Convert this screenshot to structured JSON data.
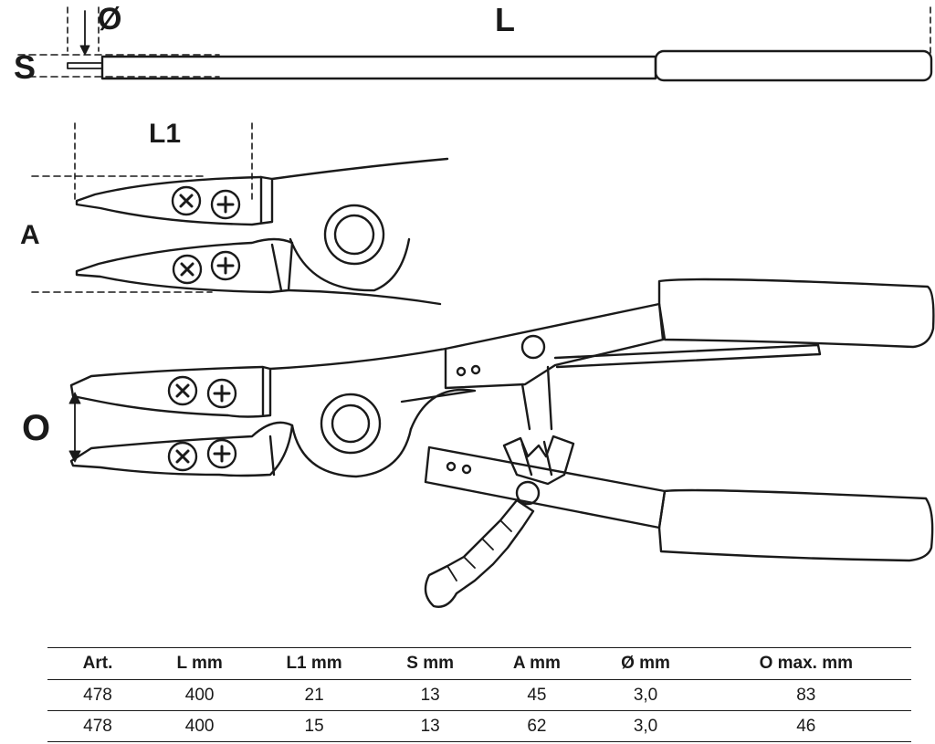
{
  "diagram": {
    "labels": {
      "diameter": "Ø",
      "length": "L",
      "thickness": "S",
      "tip_length": "L1",
      "tip_spread": "A",
      "opening": "O"
    }
  },
  "spec_table": {
    "headers": [
      "Art.",
      "L  mm",
      "L1  mm",
      "S  mm",
      "A  mm",
      "Ø  mm",
      "O  max.  mm"
    ],
    "rows": [
      [
        "478",
        "400",
        "21",
        "13",
        "45",
        "3,0",
        "83"
      ],
      [
        "478",
        "400",
        "15",
        "13",
        "62",
        "3,0",
        "46"
      ]
    ]
  }
}
